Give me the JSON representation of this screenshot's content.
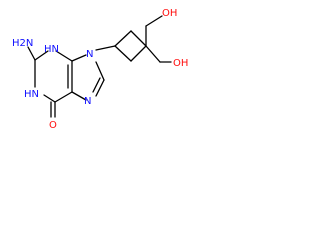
{
  "molecule": {
    "colors": {
      "bond": "#000000",
      "nitrogen": "#1010ff",
      "oxygen": "#ff0d0d"
    },
    "labels": {
      "amine": "H2N",
      "n3h": "HN",
      "n1h": "HN",
      "carbonyl_o": "O",
      "n7": "N",
      "n9": "N",
      "oh_top": "OH",
      "oh_right": "OH"
    }
  }
}
